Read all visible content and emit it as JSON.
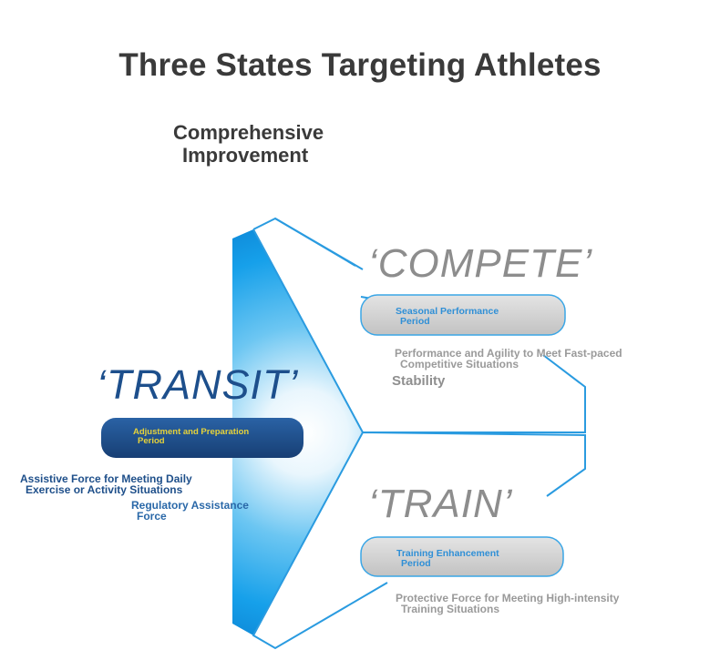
{
  "title": "Three States Targeting Athletes",
  "subtitle": {
    "line1": "Comprehensive",
    "line2": "Improvement"
  },
  "states": {
    "compete": {
      "name": "‘COMPETE’",
      "period_line1": "Seasonal Performance",
      "period_line2": "Period",
      "desc1_line1": "Performance and Agility to Meet Fast-paced",
      "desc1_line2": "Competitive Situations",
      "desc2": "Stability"
    },
    "train": {
      "name": "‘TRAIN’",
      "period_line1": "Training Enhancement",
      "period_line2": "Period",
      "desc1_line1": "Protective Force for Meeting High-intensity",
      "desc1_line2": "Training Situations"
    },
    "transit": {
      "name": "‘TRANSIT’",
      "period_line1": "Adjustment and Preparation",
      "period_line2": "Period",
      "desc1_line1": "Assistive Force for Meeting Daily",
      "desc1_line2": "Exercise or Activity Situations",
      "desc2_line1": "Regulatory Assistance",
      "desc2_line2": "Force"
    }
  },
  "colors": {
    "title": "#3a3a3a",
    "transit_band": "#1a9be6",
    "transit_pill": "#1f4f8b",
    "outline": "#2a9be0",
    "pill_grey": "#cfcfcf",
    "state_grey": "#8d8d8d"
  }
}
